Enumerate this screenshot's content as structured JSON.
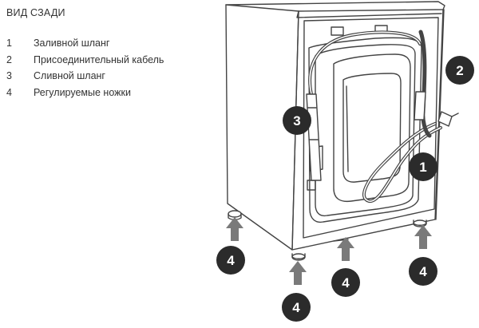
{
  "heading": "ВИД СЗАДИ",
  "legend": [
    {
      "num": "1",
      "label": "Заливной шланг"
    },
    {
      "num": "2",
      "label": "Присоединительный кабель"
    },
    {
      "num": "3",
      "label": "Сливной шланг"
    },
    {
      "num": "4",
      "label": "Регулируемые ножки"
    }
  ],
  "callouts": {
    "inlet_hose": "1",
    "power_cable": "2",
    "drain_hose": "3",
    "feet": "4"
  },
  "colors": {
    "outline": "#444444",
    "badge": "#2b2b2b",
    "arrow": "#7a7a7a",
    "text": "#333333"
  }
}
